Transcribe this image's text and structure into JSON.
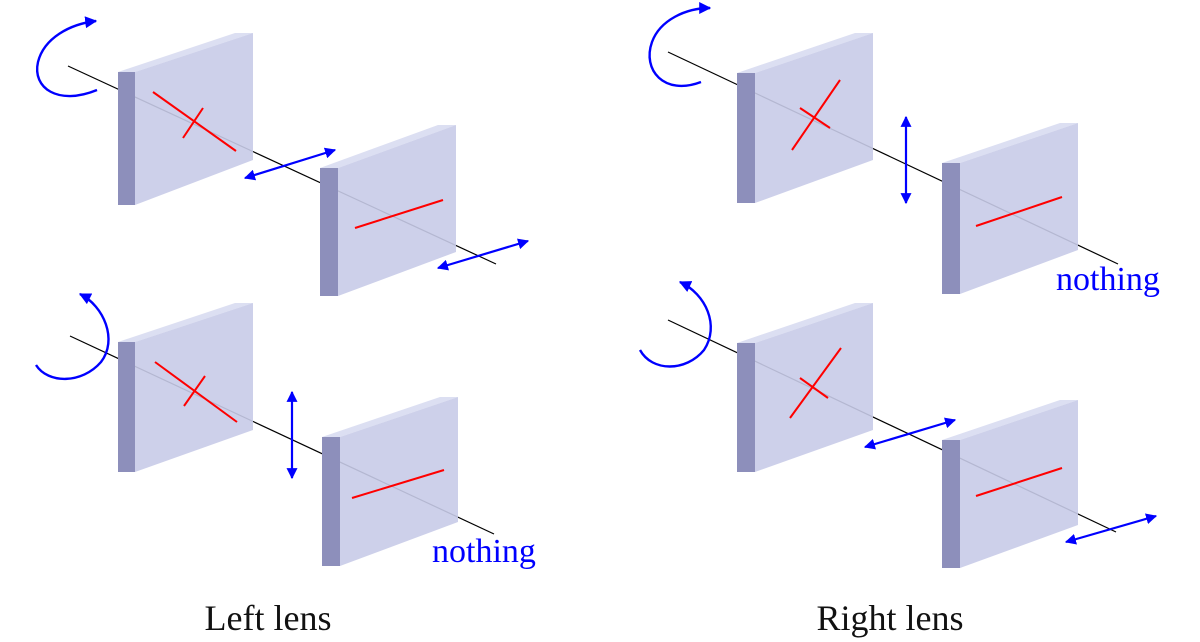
{
  "captions": {
    "left": "Left lens",
    "right": "Right lens"
  },
  "annotations": {
    "nothing": "nothing"
  },
  "colors": {
    "plate_front": "#c8cbe8",
    "plate_top": "#dcdff2",
    "plate_side": "#8d8fbb",
    "beam": "#000000",
    "polarization_axis": "#ff0000",
    "motion_arrow": "#0000ff"
  },
  "icons": [
    "rotation-arrow-icon",
    "double-headed-arrow-icon"
  ]
}
